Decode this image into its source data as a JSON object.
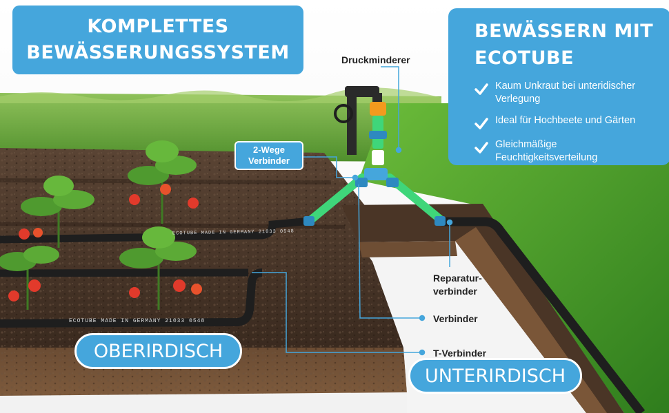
{
  "headline": {
    "line1": "KOMPLETTES",
    "line2": "BEWÄSSERUNGSSYSTEM"
  },
  "info_panel": {
    "title_line1": "BEWÄSSERN MIT",
    "title_line2": "ECOTUBE",
    "items": [
      {
        "line1": "Kaum Unkraut bei unteridischer",
        "line2": "Verlegung"
      },
      {
        "line1": "Ideal für Hochbeete und Gärten",
        "line2": ""
      },
      {
        "line1": "Gleichmäßige",
        "line2": "Feuchtigkeitsverteilung"
      }
    ]
  },
  "labels": {
    "druckminderer": "Druckminderer",
    "zwei_wege_line1": "2-Wege",
    "zwei_wege_line2": "Verbinder",
    "reparatur_line1": "Reparatur-",
    "reparatur_line2": "verbinder",
    "verbinder": "Verbinder",
    "t_verbinder": "T-Verbinder",
    "oberirdisch": "OBERIRDISCH",
    "unterirdisch": "UNTERIRDISCH"
  },
  "hose_print": {
    "front": "ECOTUBE MADE IN GERMANY 21033 0548",
    "back": "ECOTUBE MADE IN GERMANY 21033 0548"
  },
  "colors": {
    "accent": "#45a6dc",
    "grass": "#4e9a2e",
    "soil": "#3b2a20",
    "hose": "#1e1e1e",
    "connector": "#3fd67a"
  },
  "icons": {
    "check": "check-icon"
  }
}
